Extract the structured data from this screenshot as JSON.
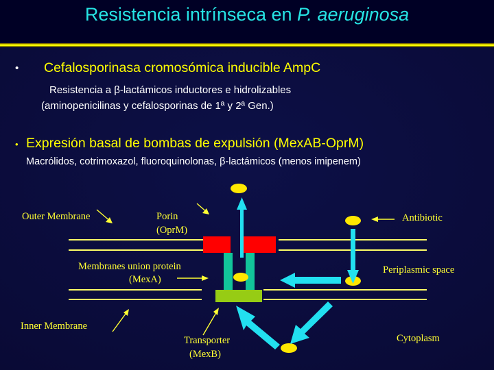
{
  "slide": {
    "title_main": "Resistencia intrínseca en ",
    "title_species": "P. aeruginosa",
    "background_color": "#0a0b38",
    "title_color": "#26e4e4",
    "divider_color": "#ffff00"
  },
  "bullets": [
    {
      "marker": "•",
      "heading": "Cefalosporinasa cromosómica inducible AmpC",
      "heading_color": "#ffff00",
      "lines": [
        "Resistencia a β-lactámicos inductores e hidrolizables",
        "(aminopenicilinas y cefalosporinas de 1ª y 2ª Gen.)"
      ],
      "line_color": "#ffffff"
    },
    {
      "marker": "•",
      "heading": "Expresión basal de bombas de expulsión (MexAB-OprM)",
      "heading_color": "#ffff00",
      "lines": [
        "Macrólidos, cotrimoxazol, fluoroquinolonas, β-lactámicos (menos imipenem)"
      ],
      "line_color": "#ffffff"
    }
  ],
  "diagram": {
    "label_color": "#ffff33",
    "labels": {
      "outer_membrane": "Outer Membrane",
      "porin_line1": "Porin",
      "porin_line2": "(OprM)",
      "membranes_union_line1": "Membranes union protein",
      "membranes_union_line2": "(MexA)",
      "inner_membrane": "Inner Membrane",
      "transporter_line1": "Transporter",
      "transporter_line2": "(MexB)",
      "antibiotic": "Antibiotic",
      "periplasmic_space": "Periplasmic space",
      "cytoplasm": "Cytoplasm"
    },
    "colors": {
      "porin_block": "#ff0000",
      "mexa_column": "#12c49a",
      "mexb_base": "#97cc14",
      "antibiotic_molecule": "#ffe800",
      "flow_arrow": "#22e0f0",
      "membrane_line": "#ffff66"
    },
    "antibiotic_molecule_count": 5,
    "flow_arrow_count": 4
  }
}
